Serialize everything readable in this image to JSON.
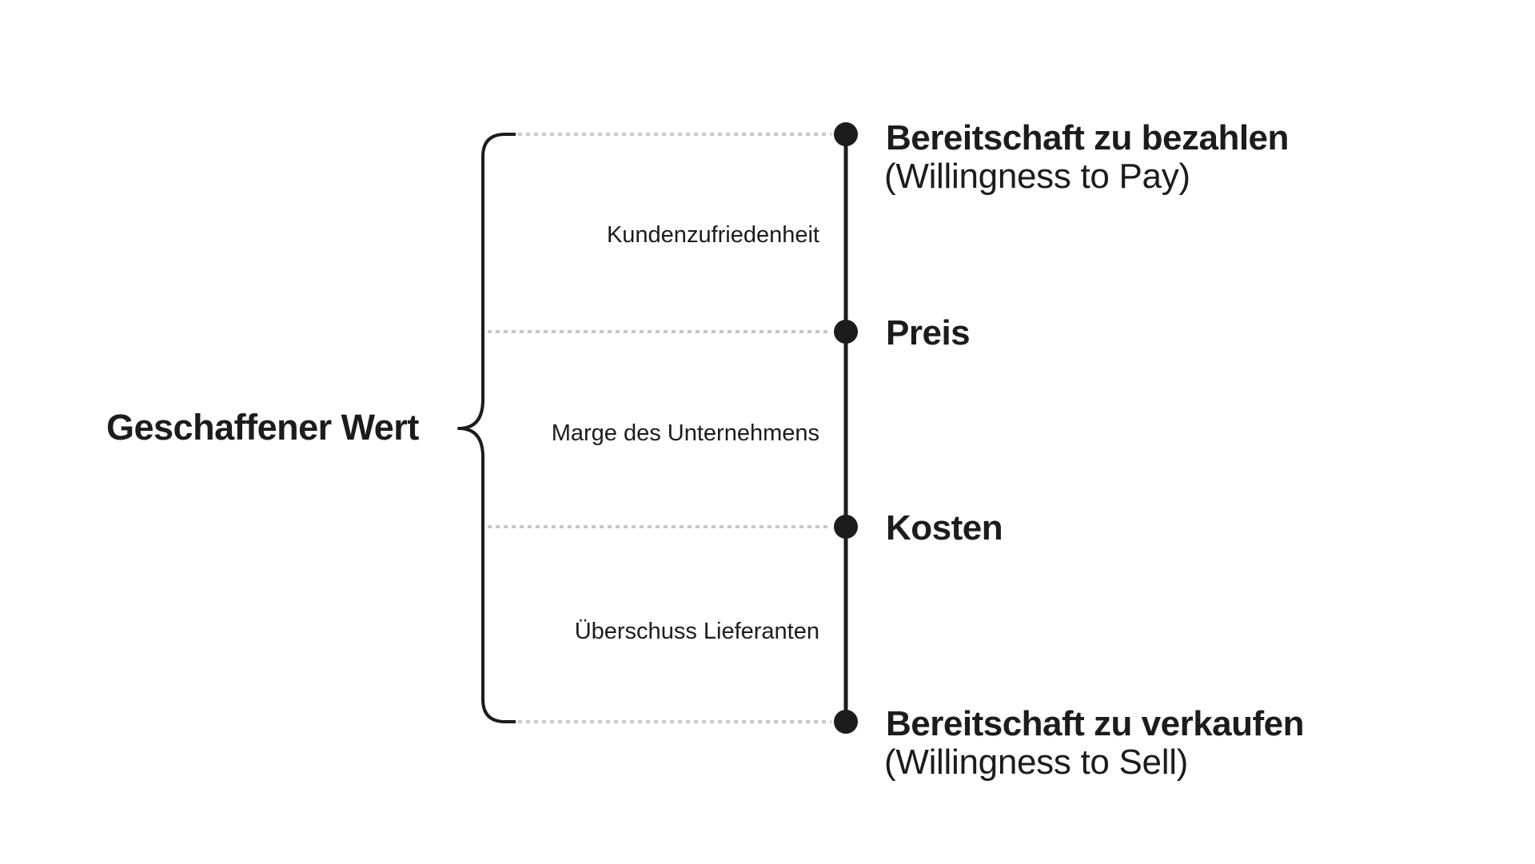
{
  "diagram": {
    "left_label": "Geschaffener Wert",
    "levels": [
      {
        "title": "Bereitschaft zu bezahlen",
        "subtitle": "(Willingness to Pay)"
      },
      {
        "title": "Preis",
        "subtitle": ""
      },
      {
        "title": "Kosten",
        "subtitle": ""
      },
      {
        "title": "Bereitschaft zu verkaufen",
        "subtitle": "(Willingness to Sell)"
      }
    ],
    "segments": [
      "Kundenzufriedenheit",
      "Marge des Unternehmens",
      "Überschuss Lieferanten"
    ],
    "colors": {
      "ink": "#1c1c1c",
      "dotted_line": "#c8c8c8",
      "background": "#ffffff"
    }
  }
}
